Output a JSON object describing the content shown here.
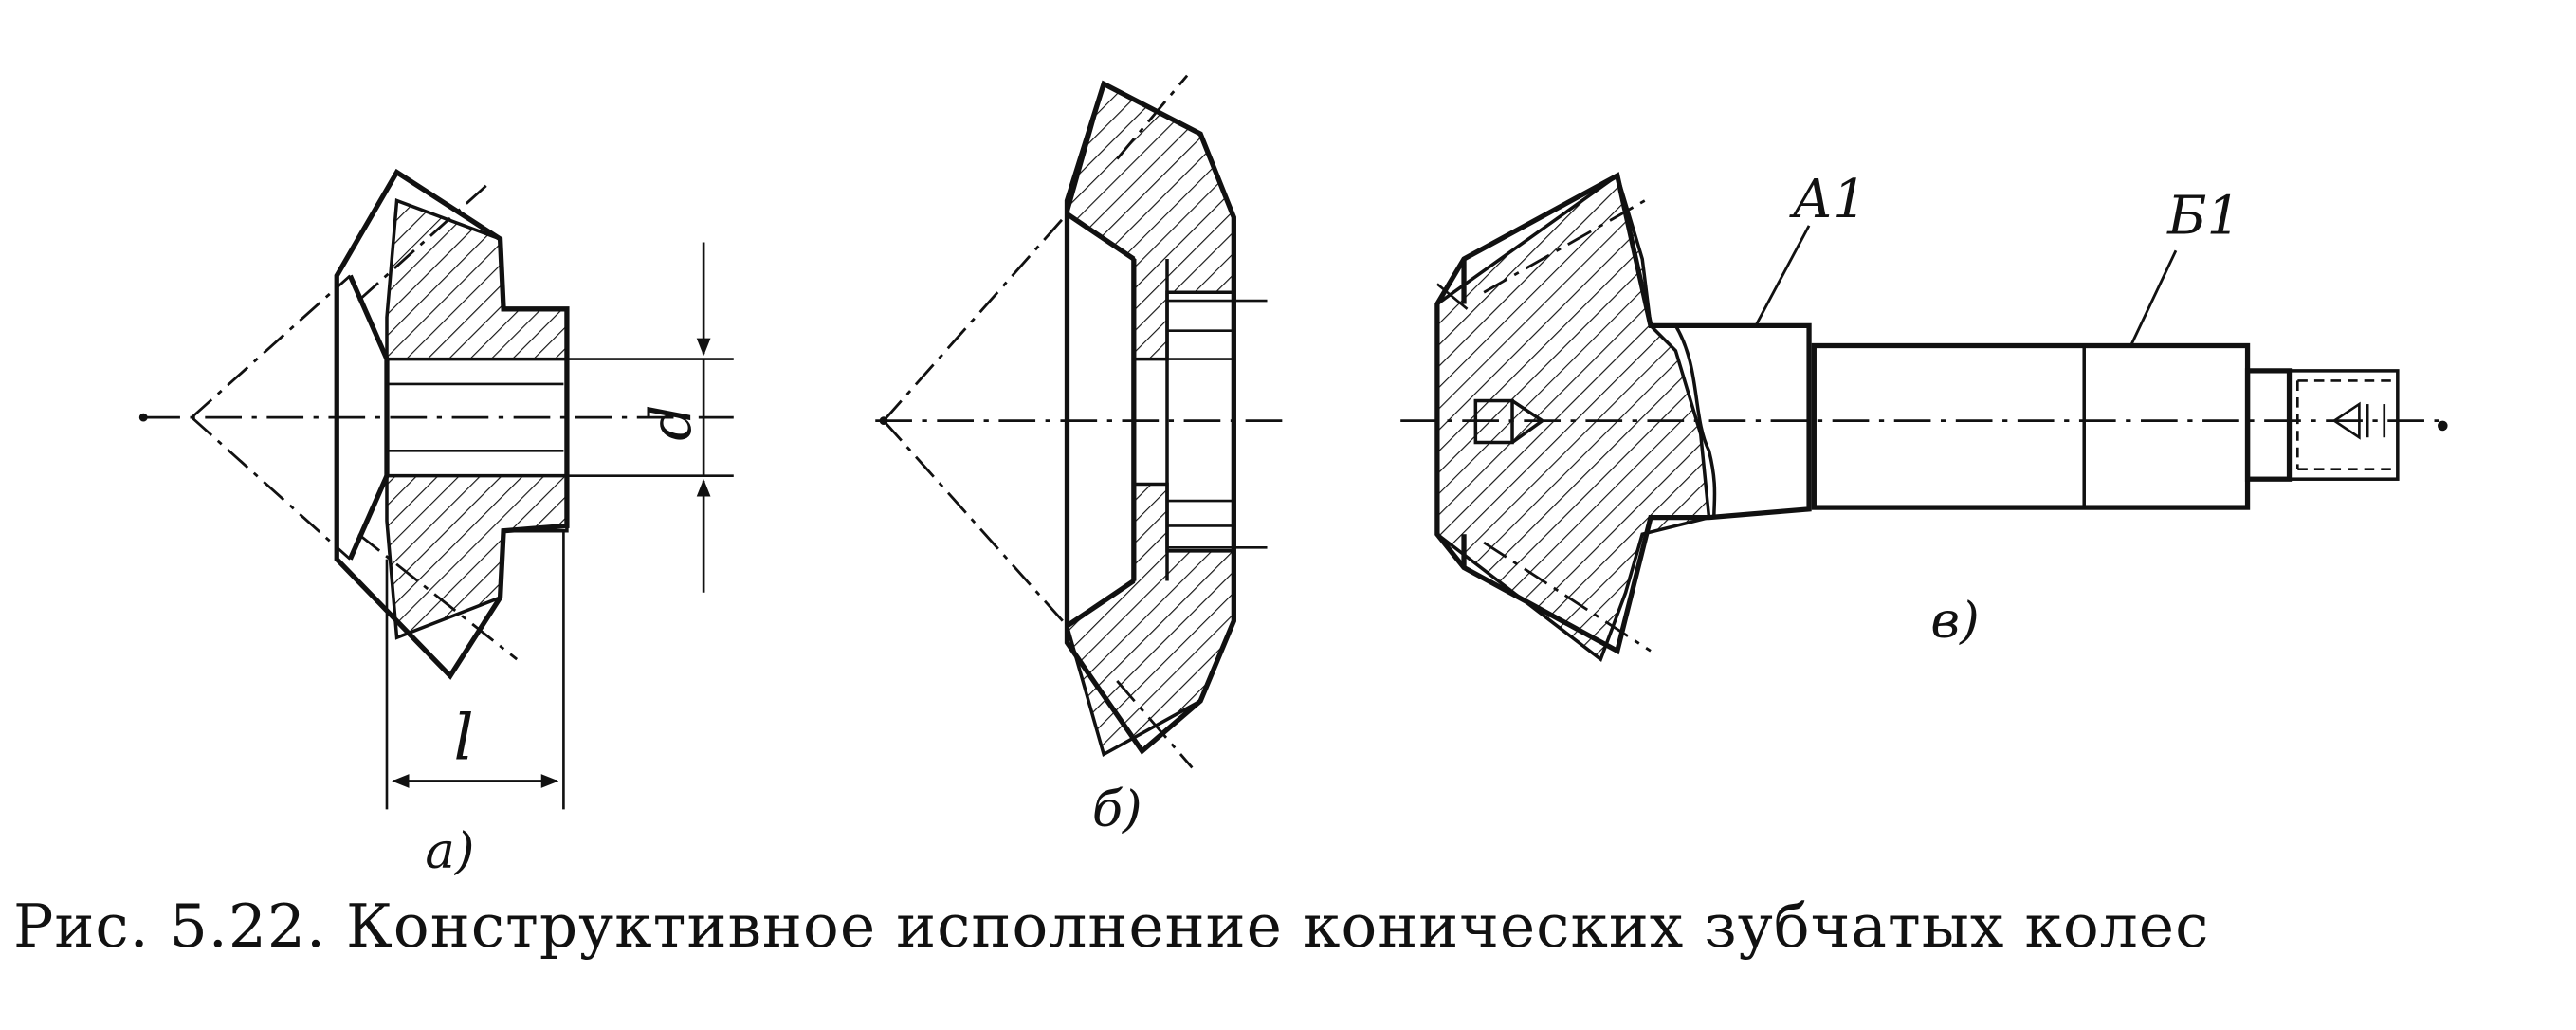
{
  "figure": {
    "panel_a": {
      "label": "а)",
      "dim_length": "l",
      "dim_diameter": "d"
    },
    "panel_b": {
      "label": "б)"
    },
    "panel_c": {
      "label": "в)",
      "surface_1": "А1",
      "surface_2": "Б1"
    }
  },
  "caption": "Рис. 5.22. Конструктивное исполнение конических зубчатых колес"
}
